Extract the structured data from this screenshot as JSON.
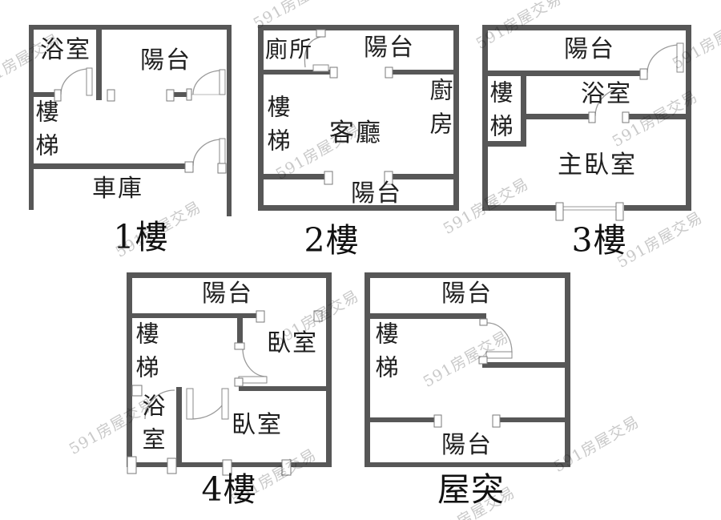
{
  "watermark": {
    "text": "591房屋交易"
  },
  "colors": {
    "wall": "#575757",
    "text": "#1f1f1f",
    "watermark": "#c9c9c9"
  },
  "floors": [
    {
      "name": "1樓",
      "rooms": {
        "bathroom": "浴室",
        "balcony": "陽台",
        "stairs": "樓梯",
        "garage": "車庫"
      }
    },
    {
      "name": "2樓",
      "rooms": {
        "toilet": "廁所",
        "balcony_top": "陽台",
        "stairs": "樓梯",
        "living": "客廳",
        "kitchen": "廚房",
        "balcony_bottom": "陽台"
      }
    },
    {
      "name": "3樓",
      "rooms": {
        "balcony": "陽台",
        "stairs": "樓梯",
        "bathroom": "浴室",
        "master": "主臥室"
      }
    },
    {
      "name": "4樓",
      "rooms": {
        "balcony": "陽台",
        "stairs": "樓梯",
        "bedroom_upper": "臥室",
        "bathroom": "浴室",
        "bedroom_lower": "臥室"
      }
    },
    {
      "name": "屋突",
      "rooms": {
        "balcony_top": "陽台",
        "stairs": "樓梯",
        "balcony_bottom": "陽台"
      }
    }
  ]
}
